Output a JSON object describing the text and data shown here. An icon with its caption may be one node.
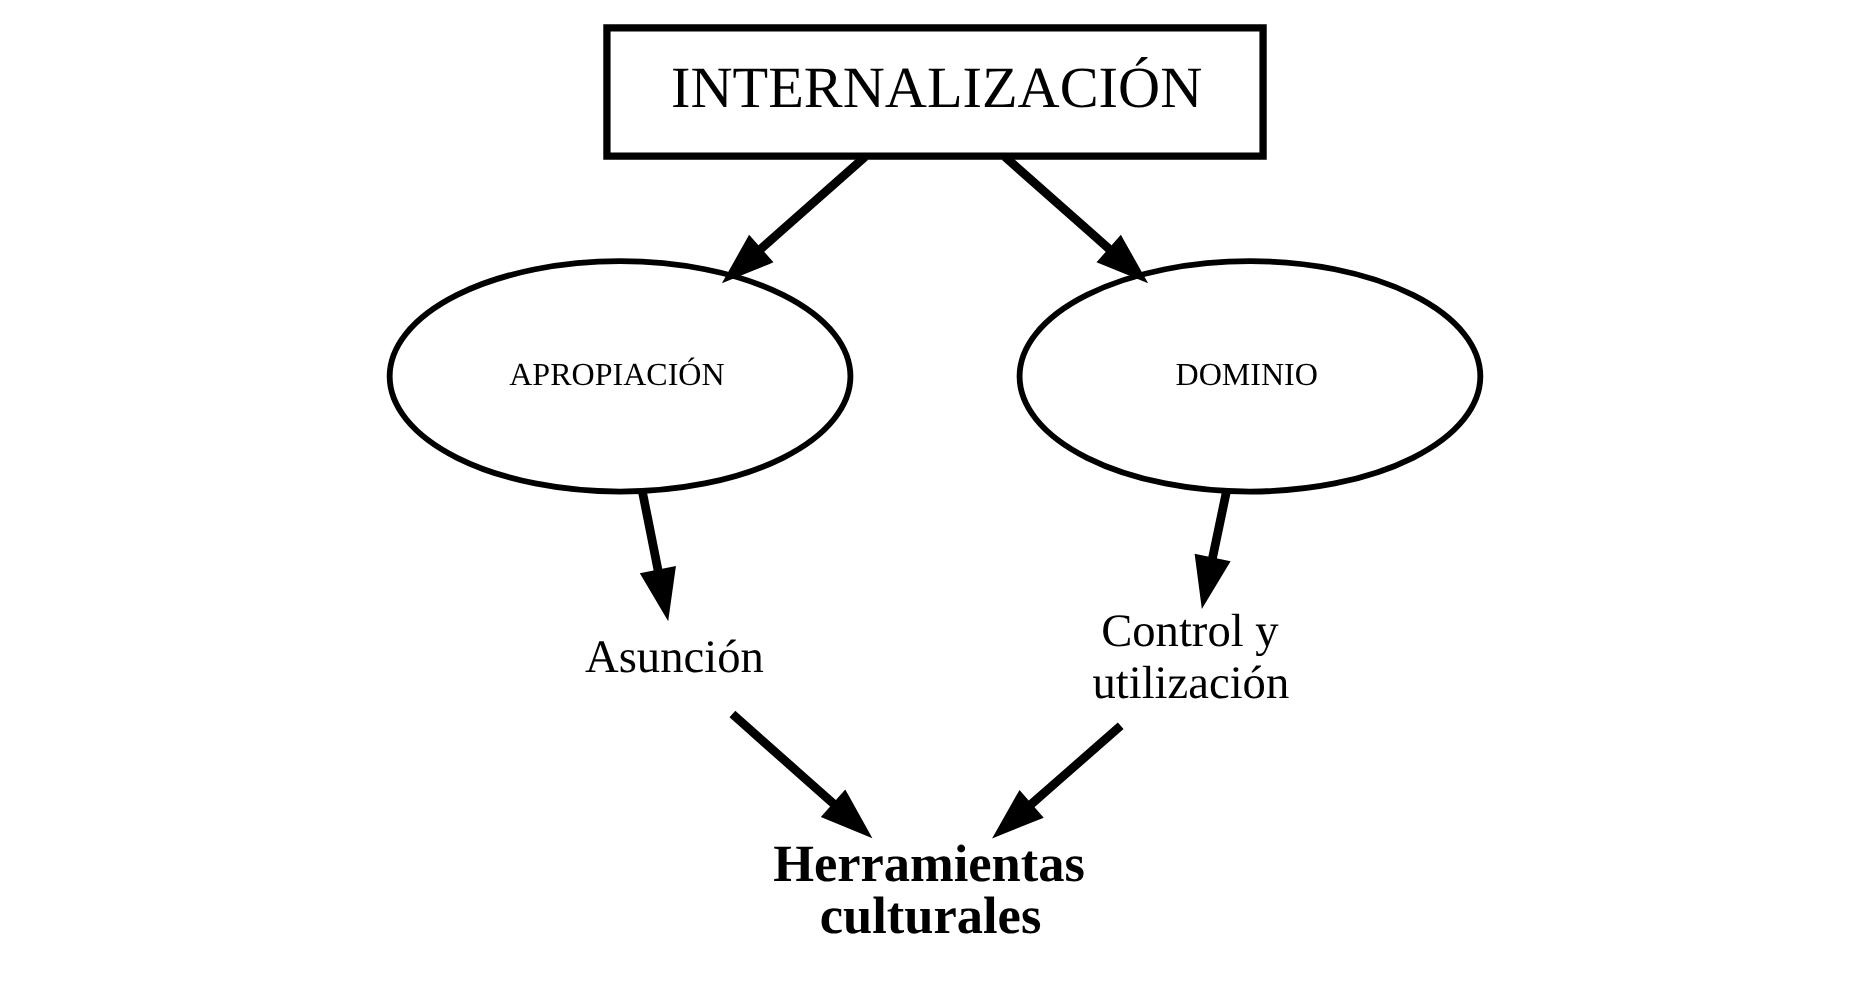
{
  "diagram": {
    "nodes": [
      {
        "text": [
          "INTERNALIZACIÓN"
        ]
      },
      {
        "text": [
          "APROPIACIÓN"
        ]
      },
      {
        "text": [
          "DOMINIO"
        ]
      },
      {
        "text": [
          "Asunción"
        ]
      },
      {
        "text": [
          "Herramientas culturales"
        ]
      },
      {
        "text": [
          "Control y utilización"
        ]
      }
    ],
    "edges": [
      {
        "from": 0,
        "to": 1,
        "arrow": "to"
      },
      {
        "from": 0,
        "to": 2,
        "arrow": "to"
      },
      {
        "from": 1,
        "to": 3,
        "arrow": "to"
      },
      {
        "from": 2,
        "to": 5,
        "arrow": "to"
      },
      {
        "from": 3,
        "to": 4,
        "arrow": "to"
      },
      {
        "from": 5,
        "to": 4,
        "arrow": "to"
      }
    ]
  }
}
